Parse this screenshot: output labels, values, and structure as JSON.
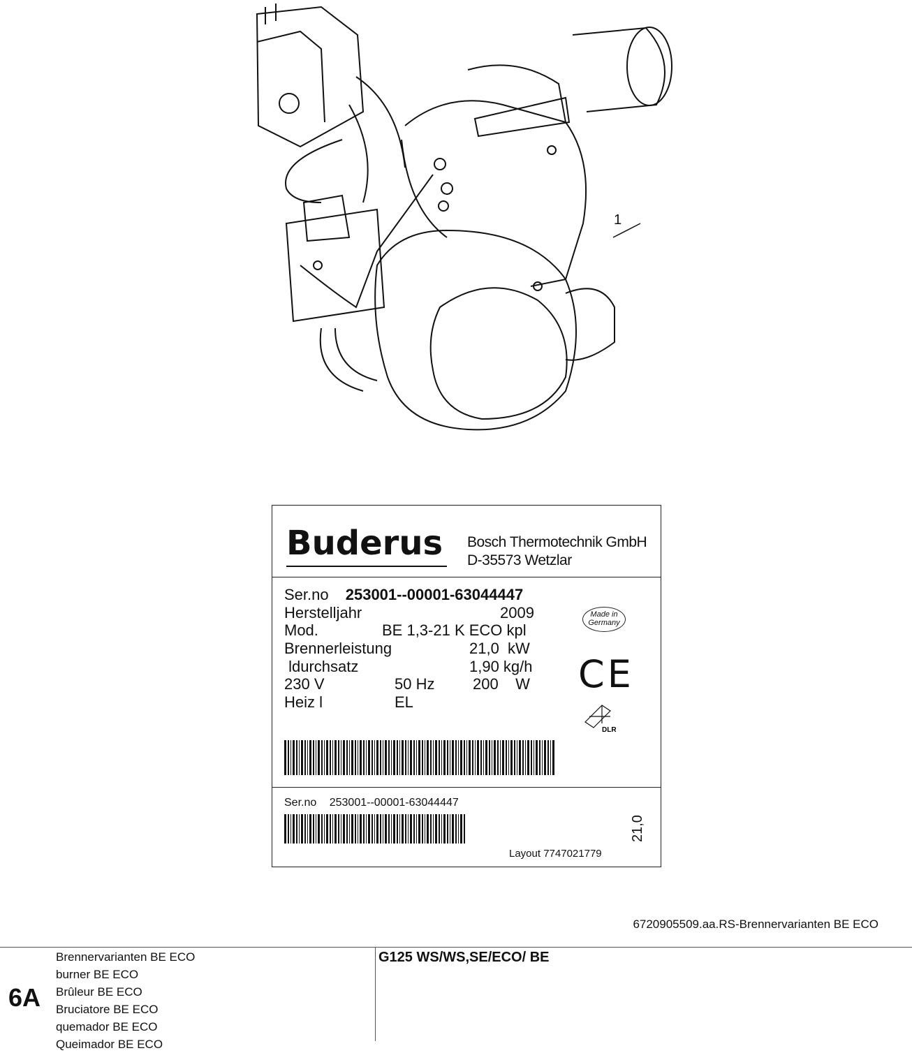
{
  "drawing": {
    "callout": "1"
  },
  "plate": {
    "brand": "Buderus",
    "company_line1": "Bosch Thermotechnik GmbH",
    "company_line2": "D-35573 Wetzlar",
    "serno_label": "Ser.no",
    "serno_value": "253001--00001-63044447",
    "year_label": "Herstelljahr",
    "year_value": "2009",
    "mod_label": "Mod.",
    "mod_value": "BE 1,3-21 K ECO kpl",
    "power_label": "Brennerleistung",
    "power_value": "21,0  kW",
    "flow_label": " ldurchsatz",
    "flow_value": "1,90 kg/h",
    "voltage": "230 V",
    "frequency": "50 Hz",
    "watts": "200    W",
    "fuel_label": "Heiz l",
    "fuel_value": "EL",
    "made_in": "Made in Germany",
    "ce": "CE",
    "dlr": "DLR",
    "stub_serno_label": "Ser.no",
    "stub_serno_value": "253001--00001-63044447",
    "layout": "Layout 7747021779",
    "rotated_value": "21,0"
  },
  "ref": "6720905509.aa.RS-Brennervarianten BE ECO",
  "footer": {
    "section": "6A",
    "languages": [
      "Brennervarianten BE ECO",
      "burner BE ECO",
      "Brûleur BE ECO",
      "Bruciatore BE ECO",
      "quemador BE ECO",
      "Queimador BE ECO"
    ],
    "model": "G125 WS/WS,SE/ECO/ BE"
  }
}
